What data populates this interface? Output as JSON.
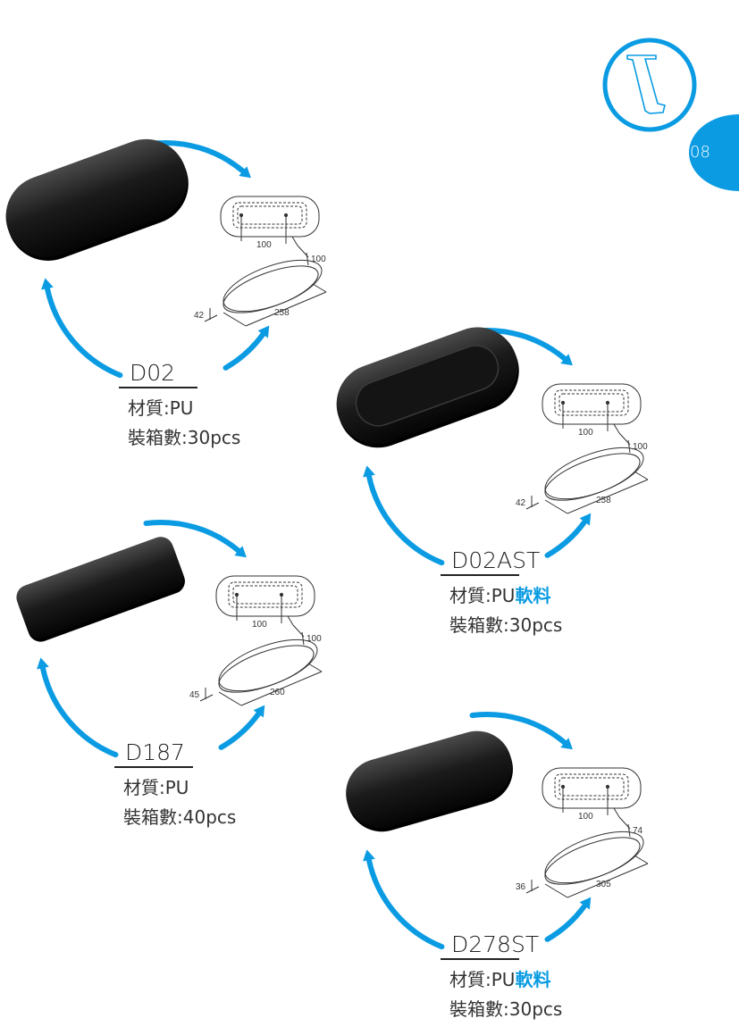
{
  "page": {
    "number": "08",
    "accent": "#0a9be3",
    "logo_icon": "armrest-pad-icon"
  },
  "products": [
    {
      "model": "D02",
      "material_label": "材質:",
      "material": "PU",
      "material_extra": "",
      "box_label": "裝箱數:",
      "box_qty": "30pcs",
      "dims": {
        "hole_spacing": "100",
        "width": "100",
        "height": "42",
        "length": "258"
      }
    },
    {
      "model": "D02AST",
      "material_label": "材質:",
      "material": "PU",
      "material_extra": "軟料",
      "box_label": "裝箱數:",
      "box_qty": "30pcs",
      "dims": {
        "hole_spacing": "100",
        "width": "100",
        "height": "42",
        "length": "258"
      }
    },
    {
      "model": "D187",
      "material_label": "材質:",
      "material": "PU",
      "material_extra": "",
      "box_label": "裝箱數:",
      "box_qty": "40pcs",
      "dims": {
        "hole_spacing": "100",
        "width": "100",
        "height": "45",
        "length": "260"
      }
    },
    {
      "model": "D278ST",
      "material_label": "材質:",
      "material": "PU",
      "material_extra": "軟料",
      "box_label": "裝箱數:",
      "box_qty": "30pcs",
      "dims": {
        "hole_spacing": "100",
        "width": "74",
        "height": "36",
        "length": "305"
      }
    }
  ]
}
